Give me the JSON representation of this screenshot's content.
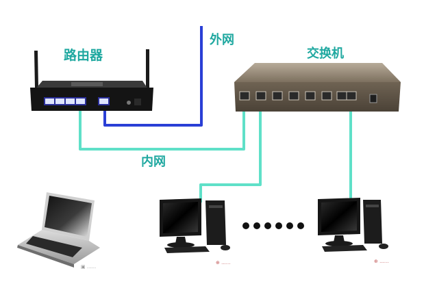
{
  "labels": {
    "router": "路由器",
    "wan": "外网",
    "switch": "交换机",
    "lan": "内网"
  },
  "colors": {
    "label": "#1fa8a0",
    "lan_cable": "#5fe0c8",
    "wan_cable": "#2a3fd6",
    "router_body": "#141414",
    "switch_body": "#7b6e5e",
    "monitor": "#161616"
  },
  "icons": [
    "router-icon",
    "switch-icon",
    "laptop-icon",
    "desktop-computer-icon",
    "ellipsis-dots-icon"
  ]
}
